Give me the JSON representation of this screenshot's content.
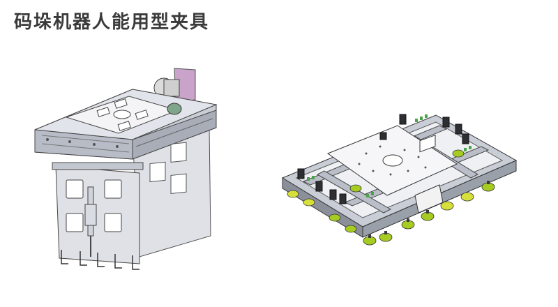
{
  "page": {
    "title": "码垛机器人能用型夹具"
  },
  "figures": [
    {
      "name": "clamp-gripper-illustration",
      "icon": "fork-clamp-gripper-icon"
    },
    {
      "name": "suction-gripper-illustration",
      "icon": "vacuum-suction-gripper-icon"
    }
  ],
  "colors": {
    "frame": "#c9cdd6",
    "frame_dark": "#8a8f99",
    "plate": "#f3f3f5",
    "accent_purple": "#c9a3c9",
    "cup_green": "#a6cc22",
    "cup_yellow": "#d7e03a",
    "block_dark": "#2d2f33"
  }
}
